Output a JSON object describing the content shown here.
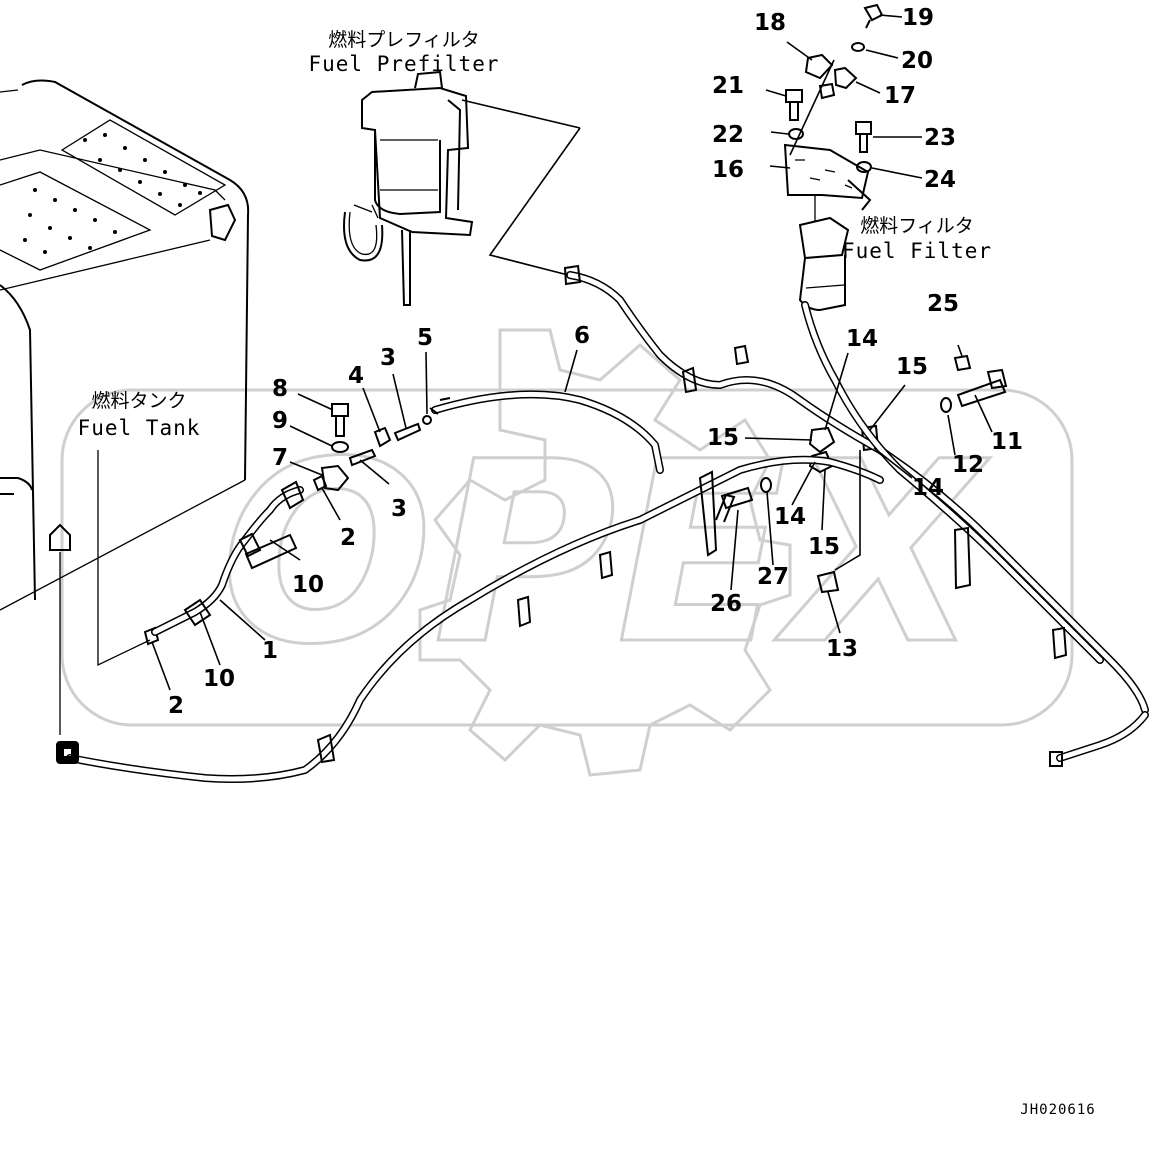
{
  "captions": {
    "prefilter_jp": "燃料プレフィルタ",
    "prefilter_en": "Fuel Prefilter",
    "filter_jp": "燃料フィルタ",
    "filter_en": "Fuel Filter",
    "tank_jp": "燃料タンク",
    "tank_en": "Fuel Tank"
  },
  "watermark": "OPEX",
  "drawing_code": "JH020616",
  "callouts": {
    "c1": "1",
    "c2a": "2",
    "c2b": "2",
    "c3a": "3",
    "c3b": "3",
    "c4": "4",
    "c5": "5",
    "c6": "6",
    "c7": "7",
    "c8": "8",
    "c9": "9",
    "c10a": "10",
    "c10b": "10",
    "c11": "11",
    "c12": "12",
    "c13": "13",
    "c14a": "14",
    "c14b": "14",
    "c14c": "14",
    "c15a": "15",
    "c15b": "15",
    "c15c": "15",
    "c16": "16",
    "c17": "17",
    "c18": "18",
    "c19": "19",
    "c20": "20",
    "c21": "21",
    "c22": "22",
    "c23": "23",
    "c24": "24",
    "c25": "25",
    "c26": "26",
    "c27": "27"
  }
}
